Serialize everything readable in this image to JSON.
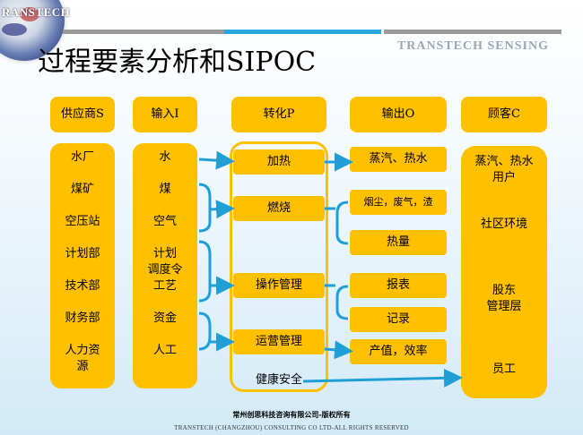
{
  "logo": {
    "text": "RANSTECH"
  },
  "brand": "TRANSTECH  SENSING",
  "title": "过程要素分析和SIPOC",
  "headers": {
    "s": "供应商S",
    "i": "输入I",
    "p": "转化P",
    "o": "输出O",
    "c": "顾客C"
  },
  "suppliers": [
    "水厂",
    "煤矿",
    "空压站",
    "计划部",
    "技术部",
    "财务部",
    "人力资",
    "源"
  ],
  "inputs": [
    "水",
    "煤",
    "空气",
    "计划",
    "调度令",
    "工艺",
    "资金",
    "人工"
  ],
  "process": [
    "加热",
    "燃烧",
    "操作管理",
    "运营管理",
    "健康安全"
  ],
  "outputs": [
    "蒸汽、热水",
    "烟尘，废气，渣",
    "热量",
    "报表",
    "记录",
    "产值，效率"
  ],
  "customers": [
    "蒸汽、热水",
    "用户",
    "社区环境",
    "股东",
    "管理层",
    "员工"
  ],
  "footer": {
    "line1": "常州创思科技咨询有限公司-版权所有",
    "line2": "TRANSTECH (CHANGZHOU) CONSULTING CO LTD-ALL RIGHTS RESERVED"
  },
  "colors": {
    "box": "#ffc000",
    "arrow": "#1f9fd6",
    "bar_blue": "#2aa7e0",
    "bar_grey": "#9a9a9a"
  }
}
